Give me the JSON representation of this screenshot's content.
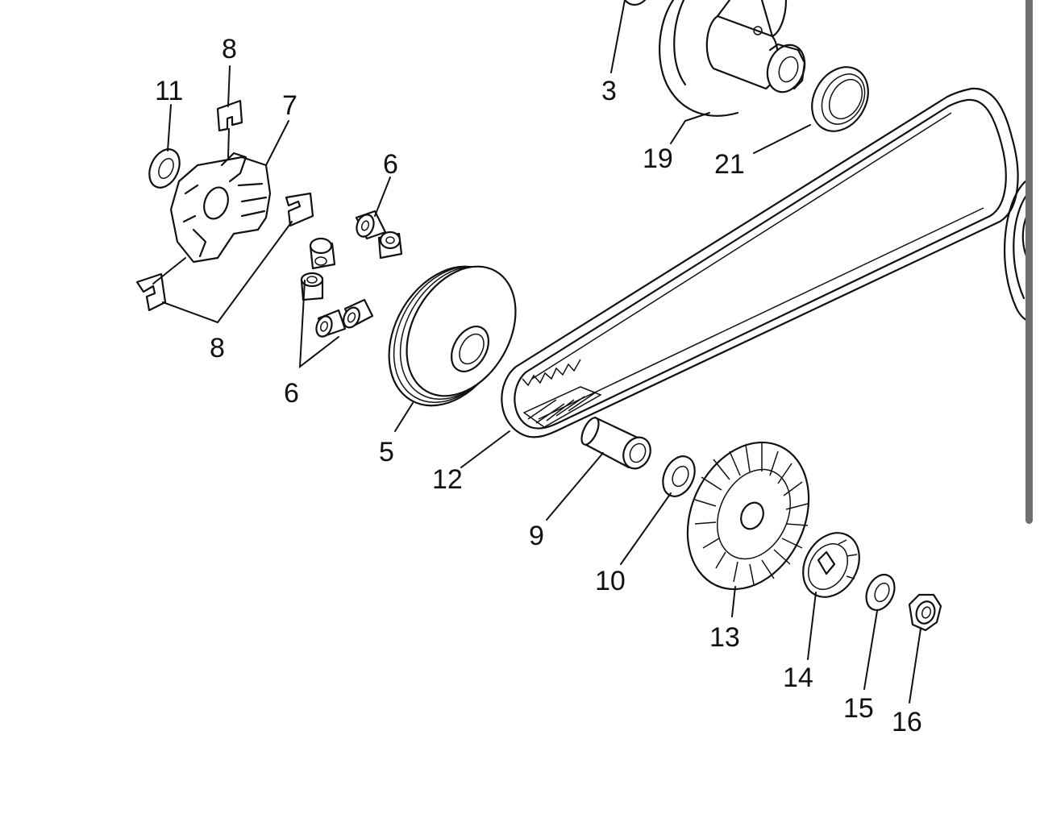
{
  "callouts": {
    "c3": "3",
    "c19": "19",
    "c21": "21",
    "c8_top": "8",
    "c11": "11",
    "c7": "7",
    "c6_top": "6",
    "c8_bottom": "8",
    "c6_bottom": "6",
    "c5": "5",
    "c12": "12",
    "c9": "9",
    "c10": "10",
    "c13": "13",
    "c14": "14",
    "c15": "15",
    "c16": "16"
  },
  "colors": {
    "line": "#111111",
    "background": "#ffffff",
    "scrollbar": "#6f6f6f"
  }
}
